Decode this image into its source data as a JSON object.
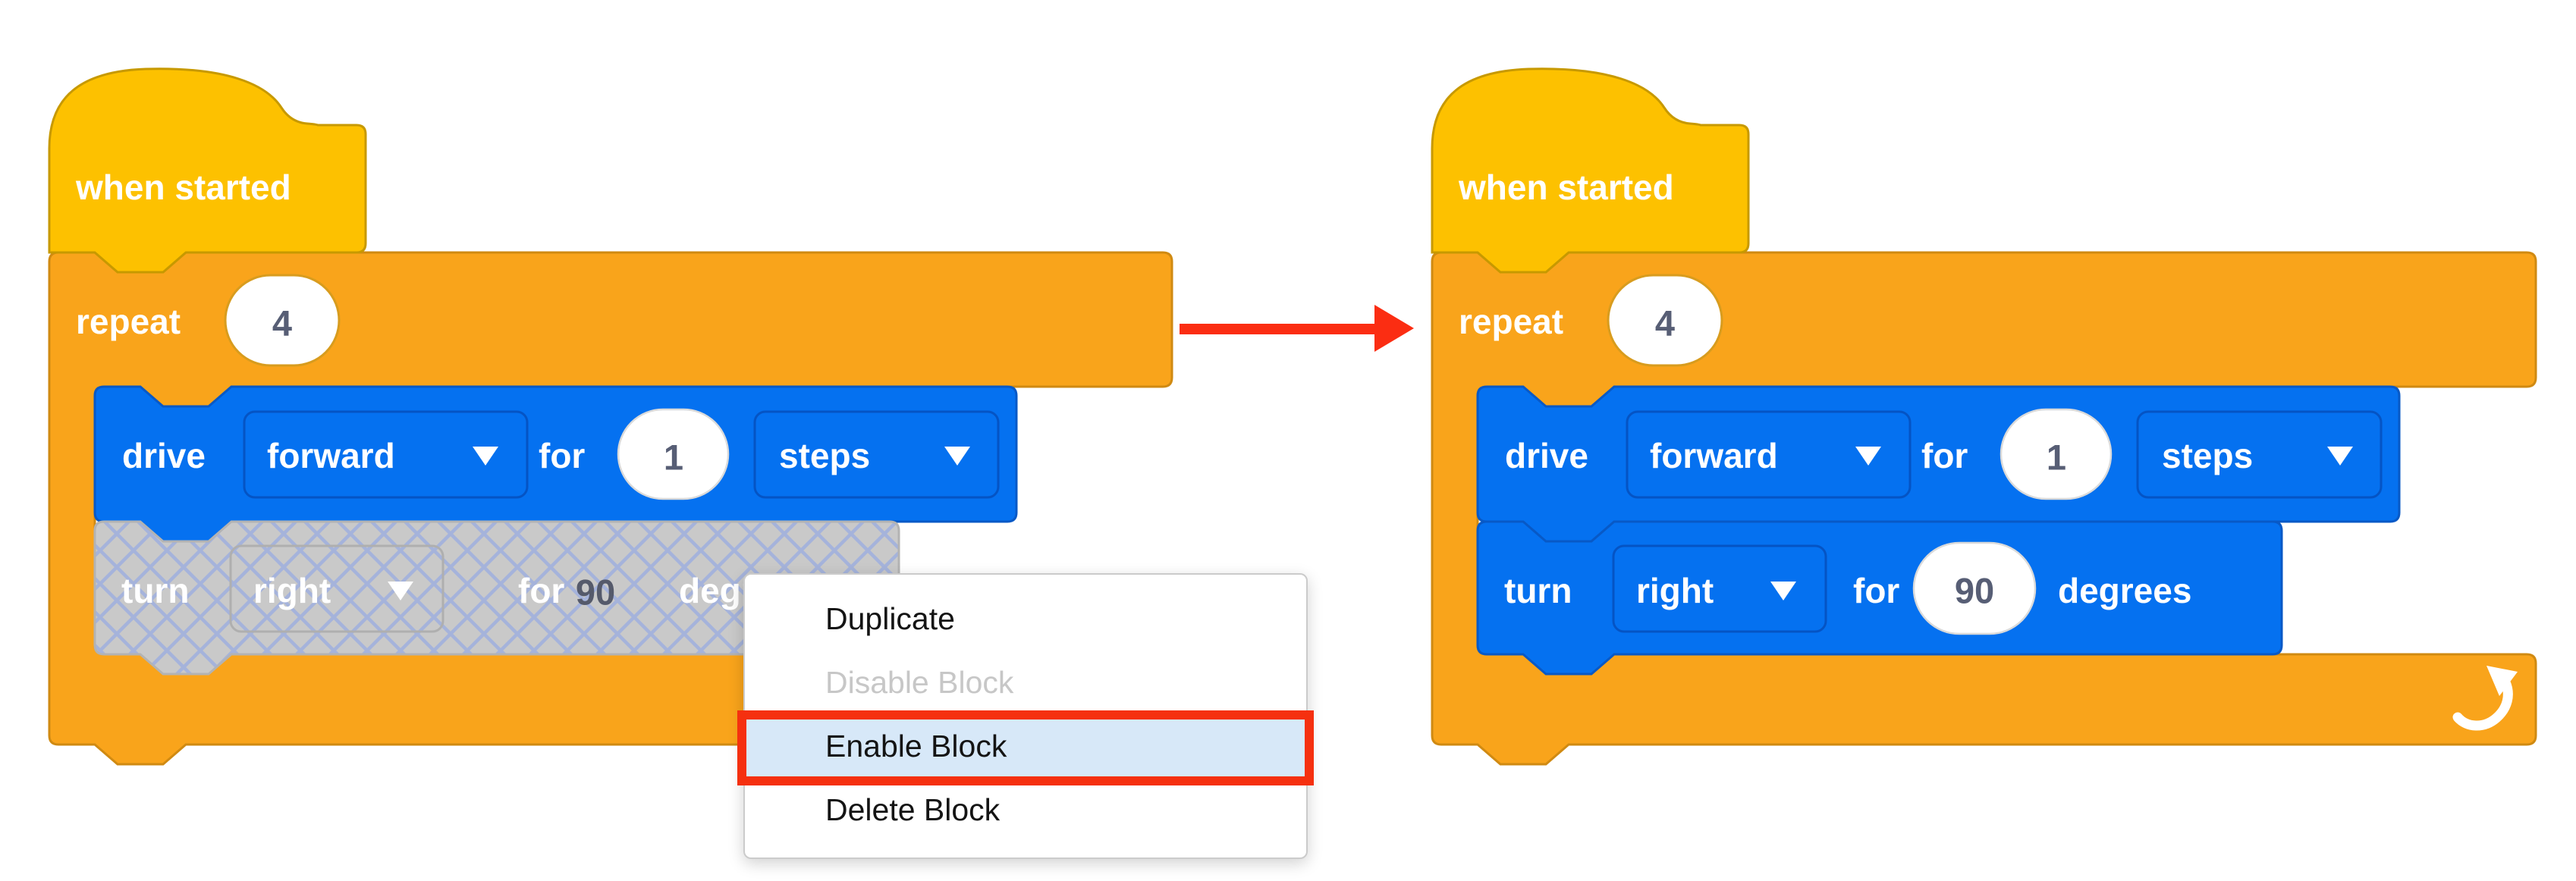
{
  "colors": {
    "hat_fill": "#FDC100",
    "hat_stroke": "#C79900",
    "control_fill": "#F9A41B",
    "control_stroke": "#D08A12",
    "drive_fill": "#0571F0",
    "drive_stroke": "#0859C6",
    "field_stroke": "#0554C4",
    "disabled_fill": "#C9C9C9",
    "disabled_stroke": "#B3B3B3",
    "disabled_hatch": "#A5B3DB",
    "number_text": "#575E75",
    "menu_bg": "#FFFFFF",
    "menu_border": "#CBCBCB",
    "menu_text": "#141414",
    "menu_disabled_text": "#C7C7C7",
    "menu_highlight_bg": "#D7E8F8",
    "annotation_red": "#F5300F",
    "arrow_red": "#FB2D12"
  },
  "left_stack": {
    "hat_label": "when started",
    "repeat": {
      "label": "repeat",
      "times": "4"
    },
    "drive": {
      "verb": "drive",
      "direction": "forward",
      "for": "for",
      "value": "1",
      "unit": "steps"
    },
    "turn": {
      "verb": "turn",
      "direction": "right",
      "for": "for",
      "value": "90",
      "unit": "degrees",
      "state": "disabled"
    }
  },
  "right_stack": {
    "hat_label": "when started",
    "repeat": {
      "label": "repeat",
      "times": "4"
    },
    "drive": {
      "verb": "drive",
      "direction": "forward",
      "for": "for",
      "value": "1",
      "unit": "steps"
    },
    "turn": {
      "verb": "turn",
      "direction": "right",
      "for": "for",
      "value": "90",
      "unit": "degrees",
      "state": "enabled"
    }
  },
  "context_menu": {
    "items": [
      {
        "label": "Duplicate",
        "state": "normal"
      },
      {
        "label": "Disable Block",
        "state": "disabled"
      },
      {
        "label": "Enable Block",
        "state": "highlighted"
      },
      {
        "label": "Delete Block",
        "state": "normal"
      }
    ]
  }
}
